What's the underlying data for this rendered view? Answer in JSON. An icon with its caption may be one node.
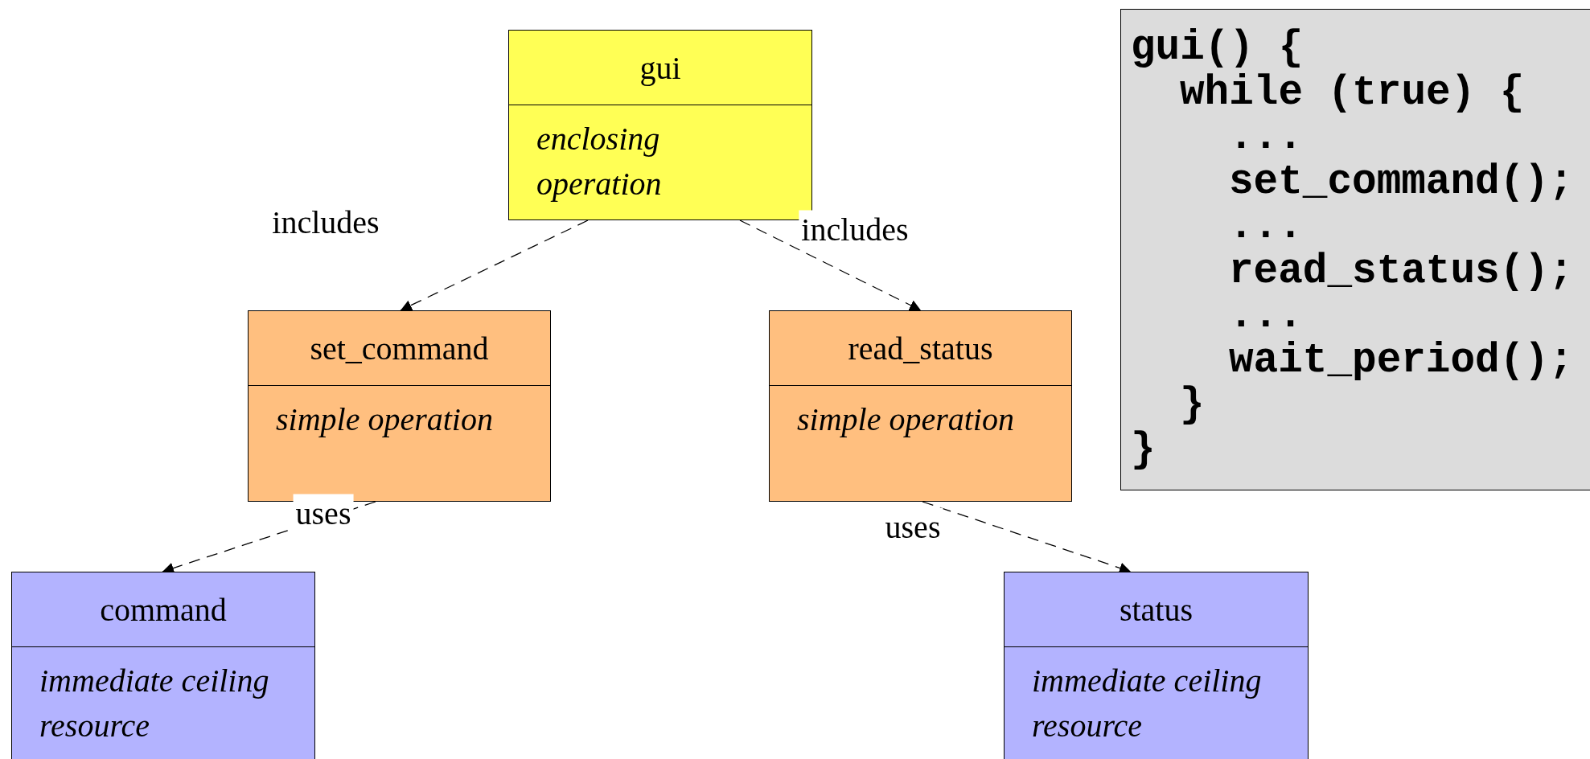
{
  "diagram": {
    "nodes": [
      {
        "text": [
          "gui",
          "enclosing operation"
        ]
      },
      {
        "text": [
          "set_command",
          "simple operation"
        ]
      },
      {
        "text": [
          "read_status",
          "simple operation"
        ]
      },
      {
        "text": [
          "command",
          "immediate ceiling resource"
        ]
      },
      {
        "text": [
          "status",
          "immediate ceiling resource"
        ]
      },
      {
        "text": [
          "gui() {",
          "while (true) {",
          "...",
          "set_command();",
          "...",
          "read_status();",
          "...",
          "wait_period();",
          "}",
          "}"
        ]
      }
    ],
    "edges": [
      {
        "from": 0,
        "to": 1,
        "arrow": "to",
        "style": "dashed",
        "label": "includes"
      },
      {
        "from": 0,
        "to": 2,
        "arrow": "to",
        "style": "dashed",
        "label": "includes"
      },
      {
        "from": 1,
        "to": 3,
        "arrow": "to",
        "style": "dashed",
        "label": "uses"
      },
      {
        "from": 2,
        "to": 4,
        "arrow": "to",
        "style": "dashed",
        "label": "uses"
      }
    ]
  }
}
